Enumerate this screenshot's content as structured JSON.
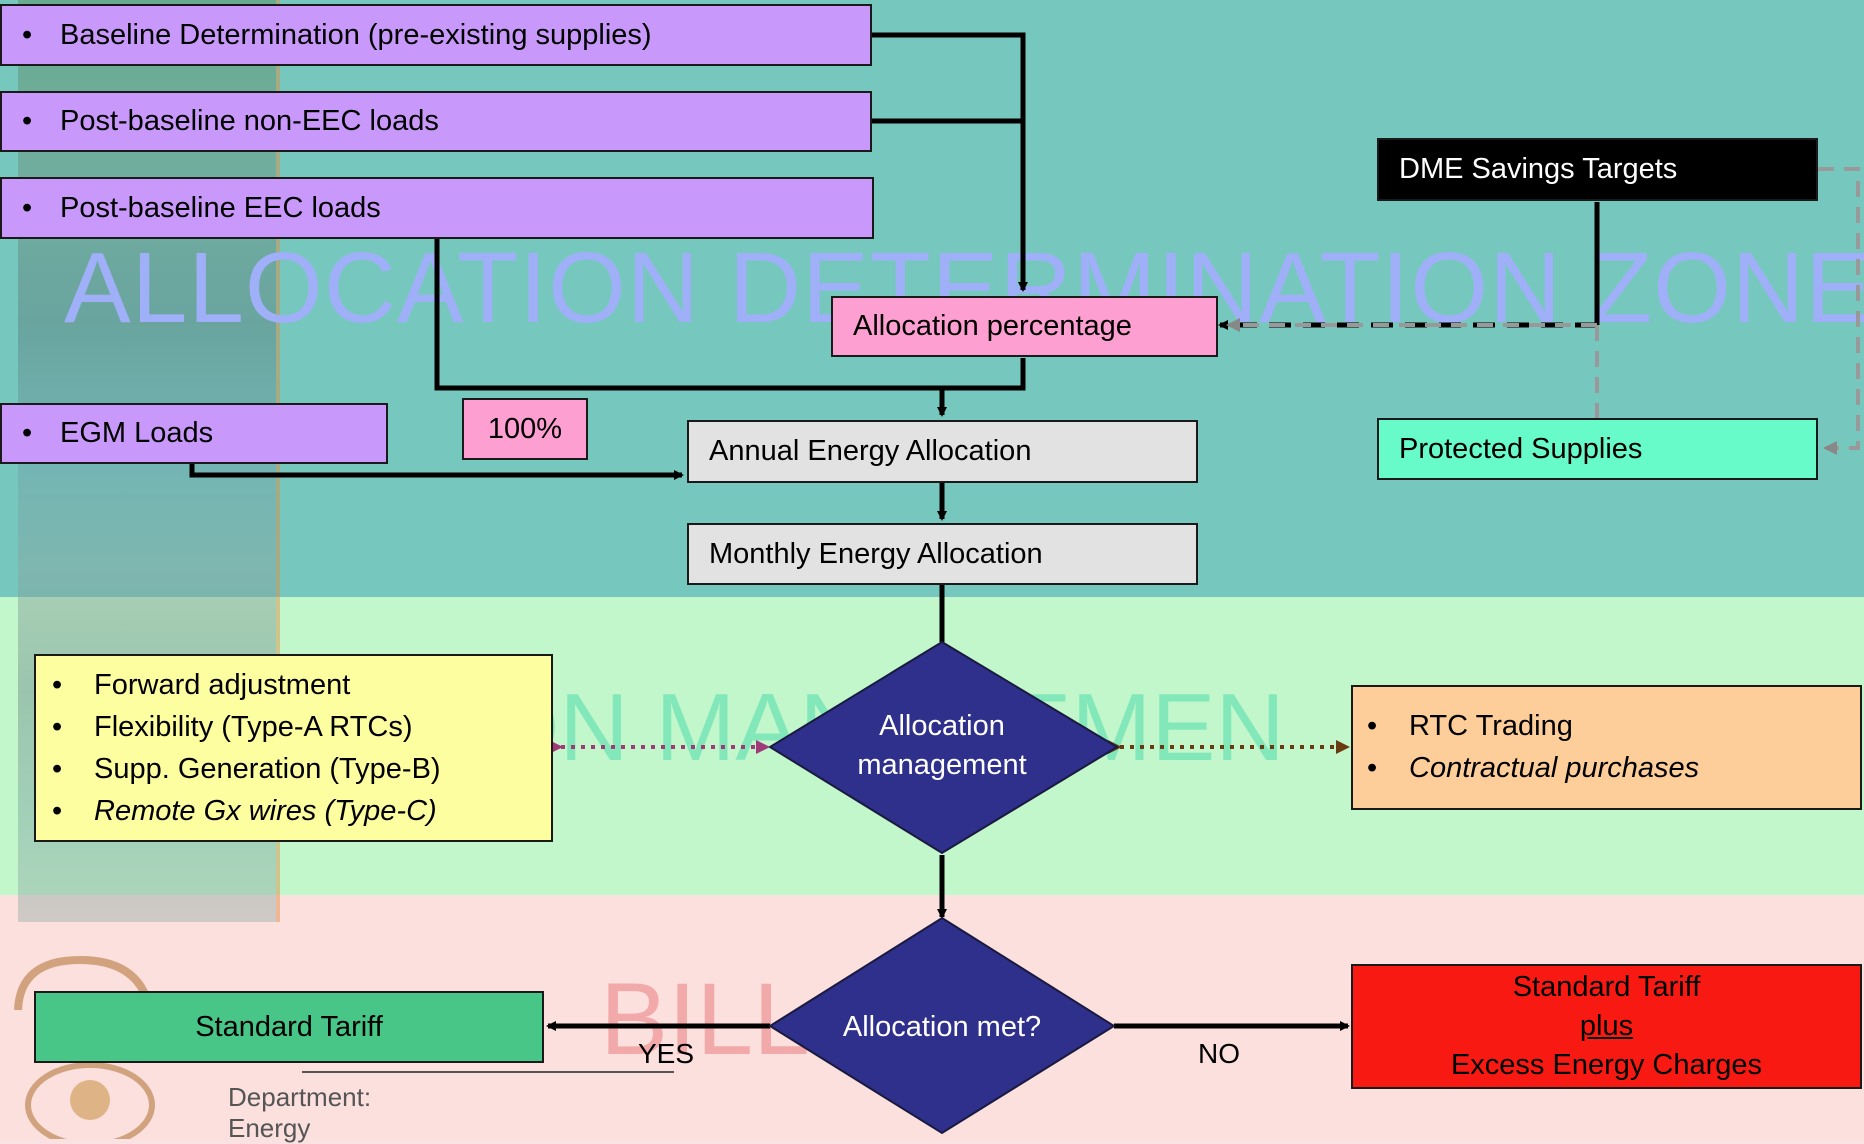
{
  "zones": {
    "allocation": "ALLOCATION DETERMINATION ZONE",
    "management": "ION MANAGEMEN",
    "billing": "BILL       ONE"
  },
  "inputs": {
    "baseline": "Baseline Determination (pre-existing supplies)",
    "post_non_eec": "Post-baseline non-EEC loads",
    "post_eec": "Post-baseline EEC loads",
    "egm": "EGM Loads",
    "bullet": "•"
  },
  "allocation_percentage": "Allocation percentage",
  "hundred_percent": "100%",
  "annual": "Annual Energy Allocation",
  "monthly": "Monthly Energy Allocation",
  "dme_targets": "DME Savings Targets",
  "protected_supplies": "Protected Supplies",
  "management_options": [
    {
      "text": "Forward adjustment",
      "italic": false
    },
    {
      "text": "Flexibility (Type-A RTCs)",
      "italic": false
    },
    {
      "text": "Supp. Generation (Type-B)",
      "italic": false
    },
    {
      "text": "Remote Gx wires (Type-C)",
      "italic": true
    }
  ],
  "trading_options": [
    {
      "text": "RTC Trading",
      "italic": false
    },
    {
      "text": "Contractual purchases",
      "italic": true
    }
  ],
  "allocation_management": [
    "Allocation",
    "management"
  ],
  "allocation_met": "Allocation met?",
  "yes": "YES",
  "no": "NO",
  "standard_tariff": "Standard Tariff",
  "excess": {
    "line1": "Standard Tariff",
    "line2": "plus",
    "line3": "Excess Energy Charges"
  },
  "department": {
    "line1": "Department:",
    "line2": "Energy"
  },
  "colors": {
    "allocation_zone": "#76c8be",
    "management_zone": "#c2f6cb",
    "billing_zone": "#fbe0de",
    "diamond": "#2f2f8c",
    "input_box": "#c899fb"
  }
}
